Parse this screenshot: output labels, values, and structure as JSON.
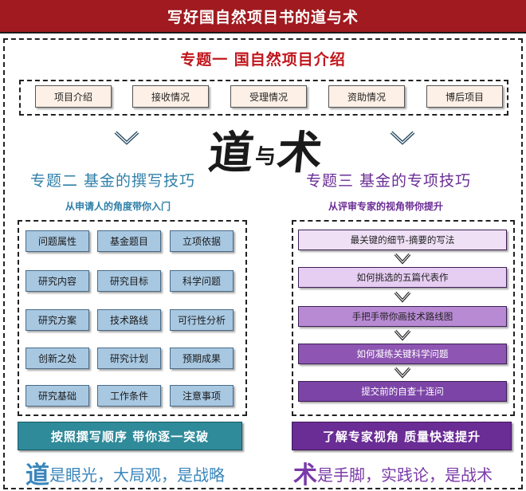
{
  "title": "写好国自然项目书的道与术",
  "topic1": {
    "title": "专题一  国自然项目介绍",
    "tabs": [
      "项目介绍",
      "接收情况",
      "受理情况",
      "资助情况",
      "博后项目"
    ]
  },
  "brush_calligraphy": {
    "char1": "道",
    "char2": "与",
    "char3": "术"
  },
  "topic2": {
    "title": "专题二   基金的撰写技巧",
    "perspective": "从申请人的角度带你入门",
    "grid": [
      [
        "问题属性",
        "基金题目",
        "立项依据"
      ],
      [
        "研究内容",
        "研究目标",
        "科学问题"
      ],
      [
        "研究方案",
        "技术路线",
        "可行性分析"
      ],
      [
        "创新之处",
        "研究计划",
        "预期成果"
      ],
      [
        "研究基础",
        "工作条件",
        "注意事项"
      ]
    ],
    "cta": "按照撰写顺序   带你逐一突破",
    "motto_first": "道",
    "motto_rest": "是眼光，大局观，是战略"
  },
  "topic3": {
    "title": "专题三   基金的专项技巧",
    "perspective": "从评审专家的视角带你提升",
    "steps": [
      "最关键的细节-摘要的写法",
      "如何挑选的五篇代表作",
      "手把手带你画技术路线图",
      "如何凝练关键科学问题",
      "提交前的自查十连问"
    ],
    "cta": "了解专家视角   质量快速提升",
    "motto_first": "术",
    "motto_rest": "是手脚，实践论，是战术"
  },
  "colors": {
    "title_bar": "#a01a1f",
    "topic1_red": "#c0161c",
    "topic2_blue": "#2f7fa8",
    "topic3_purple": "#6a2c95",
    "grid_box": "#a8c8e2",
    "cta_teal": "#2f8a9a",
    "cta_purple": "#6a2c95",
    "step_colors": [
      "#efe0f6",
      "#e6cdf2",
      "#b98ad4",
      "#8e56b2",
      "#7c44a6"
    ],
    "step_text_colors": [
      "#222222",
      "#222222",
      "#222222",
      "#ffffff",
      "#ffffff"
    ]
  },
  "icons": [
    "chevron-down-icon",
    "calligraphy-brush"
  ]
}
